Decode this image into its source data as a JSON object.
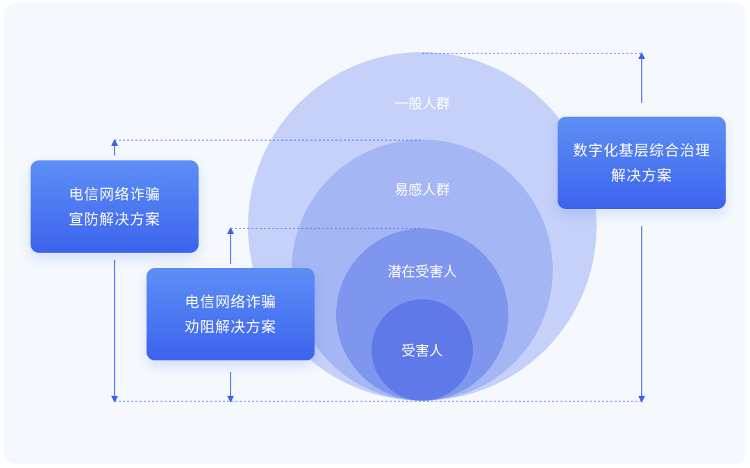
{
  "diagram": {
    "circles": [
      {
        "label": "一般人群"
      },
      {
        "label": "易感人群"
      },
      {
        "label": "潜在受害人"
      },
      {
        "label": "受害人"
      }
    ],
    "boxes": {
      "prevention": {
        "line1": "电信网络诈骗",
        "line2": "宣防解决方案"
      },
      "dissuasion": {
        "line1": "电信网络诈骗",
        "line2": "劝阻解决方案"
      },
      "governance": {
        "line1": "数字化基层综合治理",
        "line2": "解决方案"
      }
    },
    "colors": {
      "accent": "#3d63ee",
      "box_gradient_top": "#5d8ff5",
      "circle_outer": "#c5d1f8",
      "circle_second": "#a4b6f4",
      "circle_third": "#7f96ee",
      "circle_inner": "#5f7ae8",
      "guide_line": "#3d63ee"
    }
  }
}
